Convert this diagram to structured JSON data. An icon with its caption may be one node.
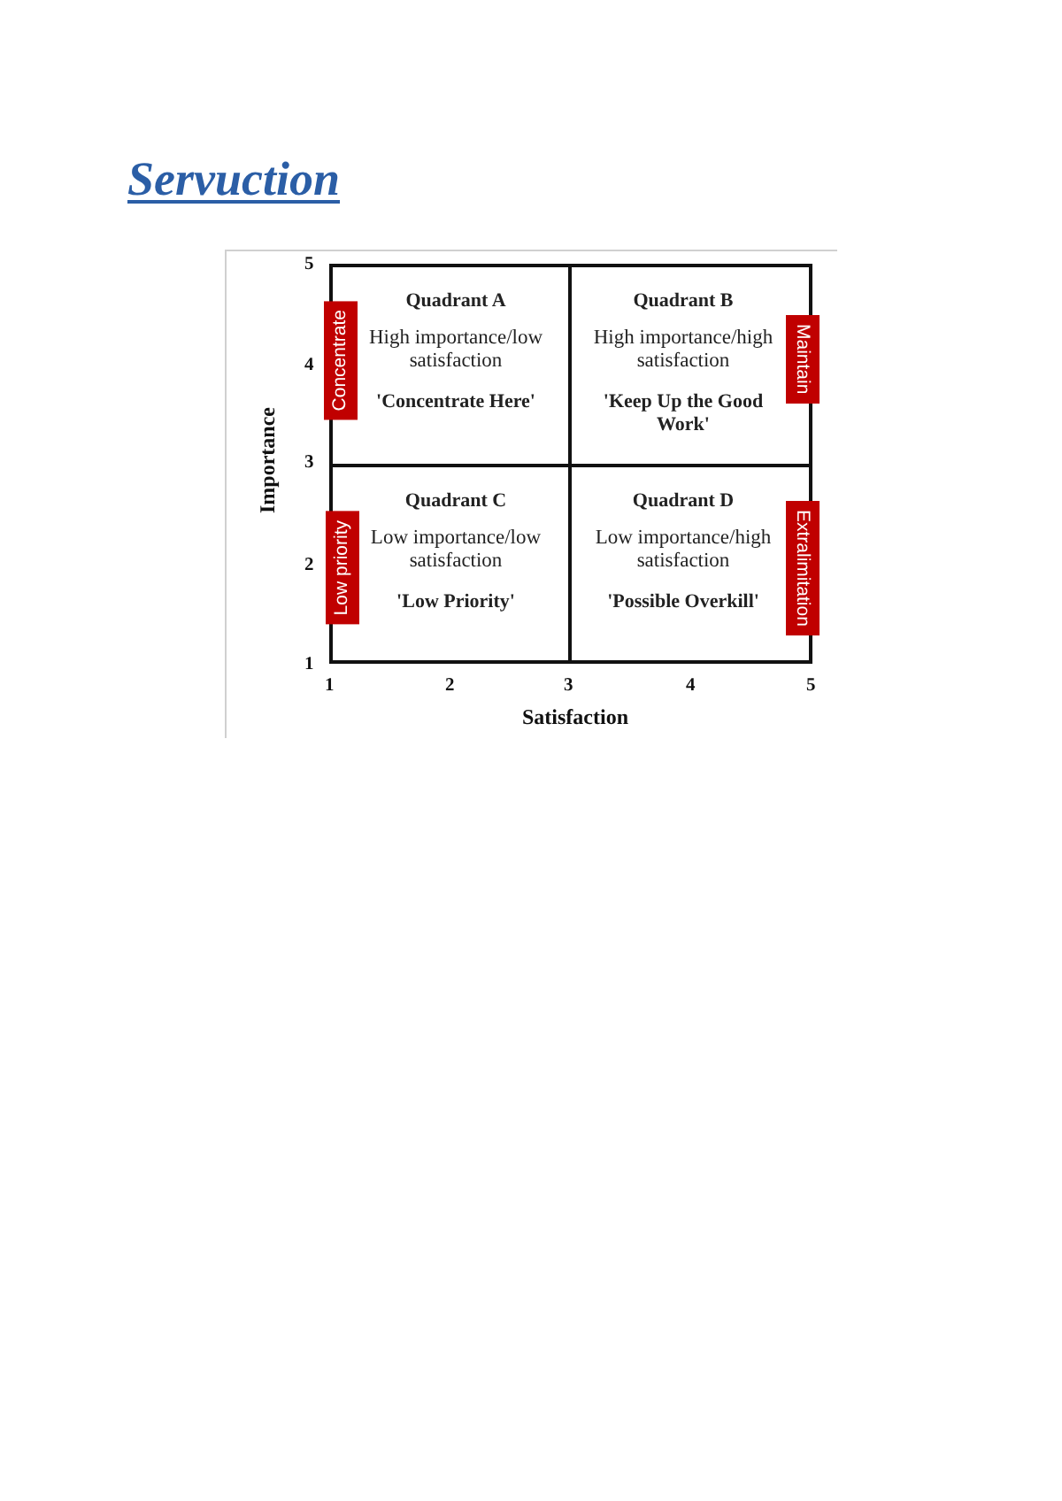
{
  "diagram": {
    "title": "Servuction",
    "nodes": [
      {
        "text": [
          "Concentrate"
        ]
      },
      {
        "text": [
          "Quadrant A",
          "High importance/low satisfaction",
          "'Concentrate Here'"
        ]
      },
      {
        "text": [
          "Quadrant B",
          "High importance/high satisfaction",
          "'Keep Up the Good Work'"
        ]
      },
      {
        "text": [
          "Maintain"
        ]
      },
      {
        "text": [
          "Low priority"
        ]
      },
      {
        "text": [
          "Quadrant C",
          "Low importance/low satisfaction",
          "'Low Priority'"
        ]
      },
      {
        "text": [
          "Quadrant D",
          "Low importance/high satisfaction",
          "'Possible Overkill'"
        ]
      },
      {
        "text": [
          "Extralimitation"
        ]
      }
    ],
    "labels": [
      "5",
      "4",
      "Importance",
      "3",
      "2",
      "1",
      "1",
      "2",
      "3",
      "4",
      "5",
      "Satisfaction"
    ]
  }
}
